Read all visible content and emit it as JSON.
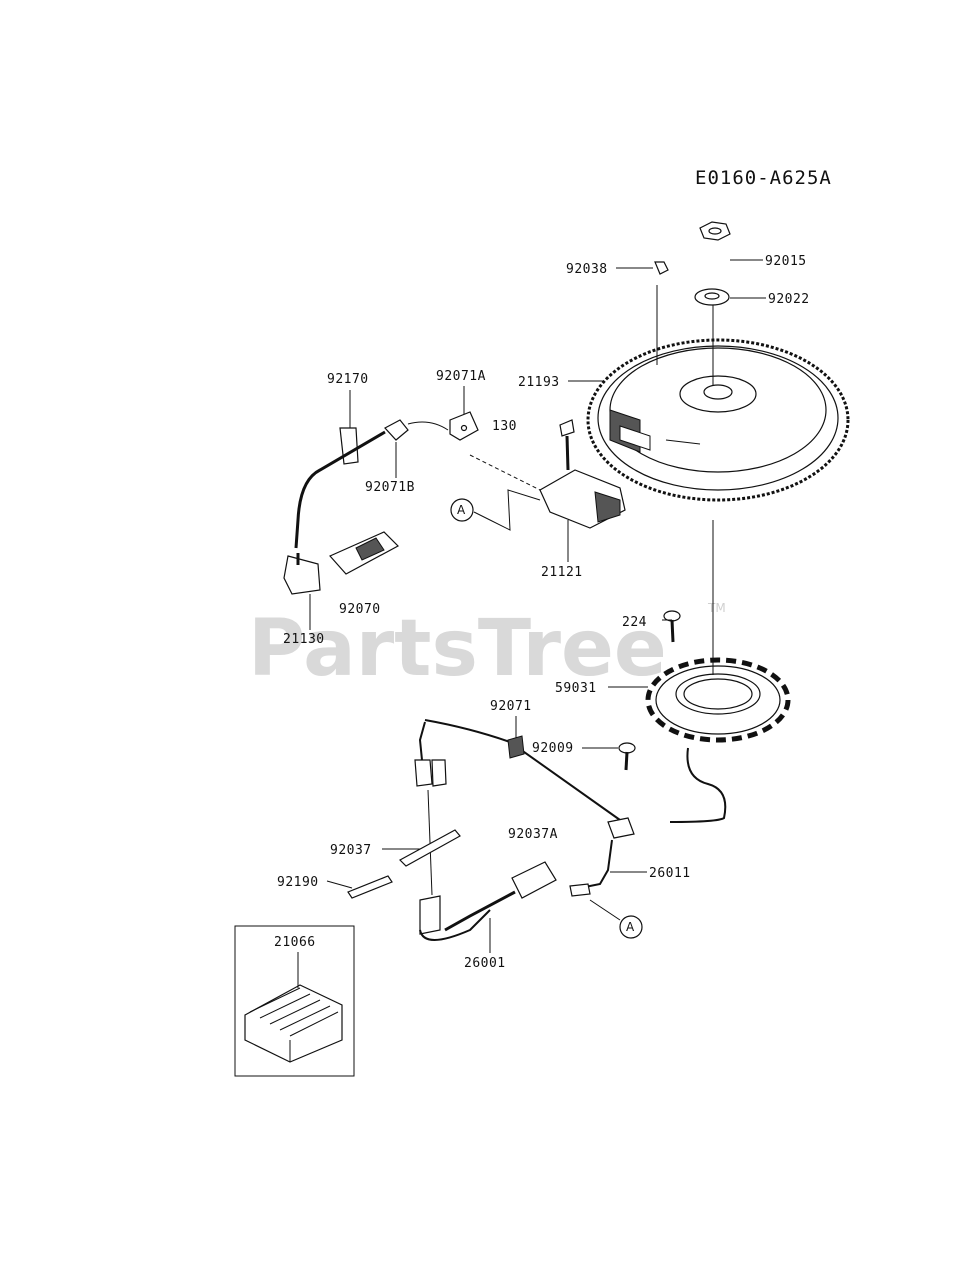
{
  "diagram": {
    "reference_code": "E0160-A625A",
    "watermark": "PartsTree",
    "watermark_tm": "TM",
    "connector_marker": "A",
    "part_labels": {
      "p92038": "92038",
      "p92015": "92015",
      "p92022": "92022",
      "p21193": "21193",
      "p92170": "92170",
      "p92071A": "92071A",
      "p130": "130",
      "p92071B": "92071B",
      "p21121": "21121",
      "p92070": "92070",
      "p21130": "21130",
      "p224": "224",
      "p59031": "59031",
      "p92071": "92071",
      "p92009": "92009",
      "p92037A": "92037A",
      "p92037": "92037",
      "p26011": "26011",
      "p92190": "92190",
      "p21066": "21066",
      "p26001": "26001"
    }
  }
}
